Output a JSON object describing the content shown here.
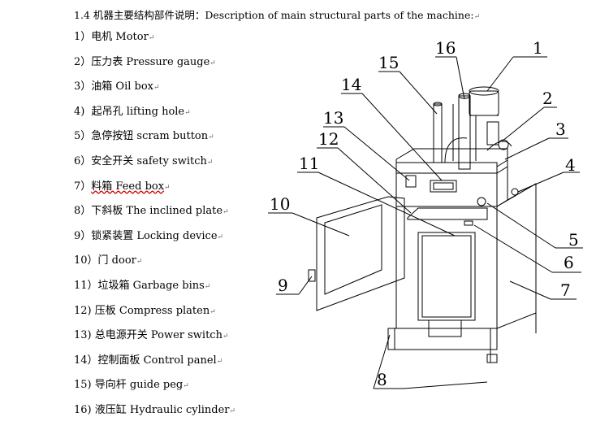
{
  "heading": "1.4 机器主要结构部件说明：Description of main structural parts of the machine:",
  "return_mark": "↵",
  "parts": [
    {
      "num": "1）",
      "label": "电机 Motor"
    },
    {
      "num": "2）",
      "label": "压力表 Pressure gauge"
    },
    {
      "num": "3）",
      "label": "油箱 Oil box"
    },
    {
      "num": "4)",
      "label": "起吊孔 lifting hole"
    },
    {
      "num": "5）",
      "label": "急停按钮 scram button"
    },
    {
      "num": "6）",
      "label": "安全开关 safety switch"
    },
    {
      "num": "7）",
      "label": "料箱 Feed box"
    },
    {
      "num": "8）",
      "label": "下斜板 The inclined plate"
    },
    {
      "num": "9）",
      "label": "锁紧装置 Locking device"
    },
    {
      "num": "10）",
      "label": "门 door"
    },
    {
      "num": "11）",
      "label": "垃圾箱 Garbage bins"
    },
    {
      "num": "12)",
      "label": "压板 Compress platen"
    },
    {
      "num": "13)",
      "label": "总电源开关 Power switch"
    },
    {
      "num": "14）",
      "label": "控制面板 Control panel"
    },
    {
      "num": "15)",
      "label": "导向杆 guide peg"
    },
    {
      "num": "16)",
      "label": "液压缸 Hydraulic cylinder"
    }
  ],
  "callouts": [
    "1",
    "2",
    "3",
    "4",
    "5",
    "6",
    "7",
    "8",
    "9",
    "10",
    "11",
    "12",
    "13",
    "14",
    "15",
    "16"
  ]
}
